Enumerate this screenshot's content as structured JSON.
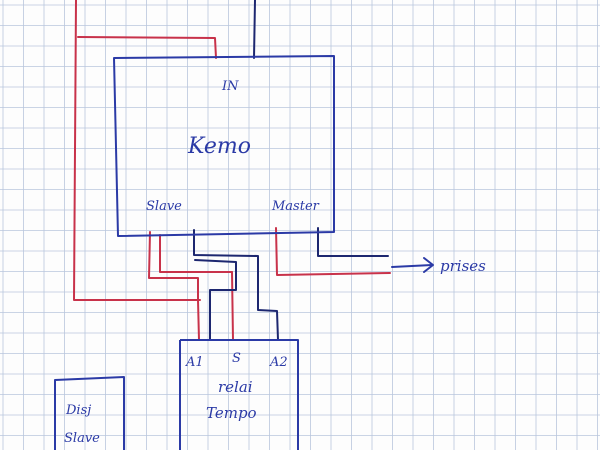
{
  "colors": {
    "paper": "#fdfdfd",
    "grid": "#b9c6dc",
    "ink_blue": "#2b3aa6",
    "ink_red": "#c8324a",
    "ink_dark": "#1d2770"
  },
  "diagram": {
    "main_box": {
      "title": "Kemo",
      "input_label": "IN",
      "slave_label": "Slave",
      "master_label": "Master"
    },
    "relay_box": {
      "a1_label": "A1",
      "s_label": "S",
      "a2_label": "A2",
      "name_line1": "relai",
      "name_line2": "Tempo"
    },
    "outlet_label": "prises",
    "slave_box": {
      "line1": "Disj",
      "line2": "Slave"
    }
  }
}
